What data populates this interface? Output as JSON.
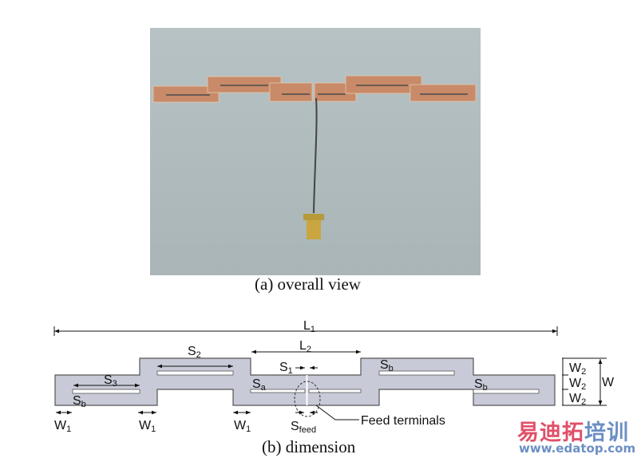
{
  "figure_a": {
    "caption": "(a) overall view"
  },
  "figure_b": {
    "caption": "(b) dimension",
    "labels": {
      "L1": "L",
      "L1_sub": "1",
      "L2": "L",
      "L2_sub": "2",
      "S1": "S",
      "S1_sub": "1",
      "S2": "S",
      "S2_sub": "2",
      "S3": "S",
      "S3_sub": "3",
      "Sa": "S",
      "Sa_sub": "a",
      "Sb": "S",
      "Sb_sub": "b",
      "Sfeed": "S",
      "Sfeed_sub": "feed",
      "W": "W",
      "W1": "W",
      "W1_sub": "1",
      "W2": "W",
      "W2_sub": "2",
      "feed": "Feed terminals"
    }
  },
  "watermark": {
    "cn_a": "易迪拓",
    "cn_b": "培训",
    "url": "www.edatop.com",
    "color_red": "#e0506a",
    "color_blue": "#6b8fc4"
  }
}
